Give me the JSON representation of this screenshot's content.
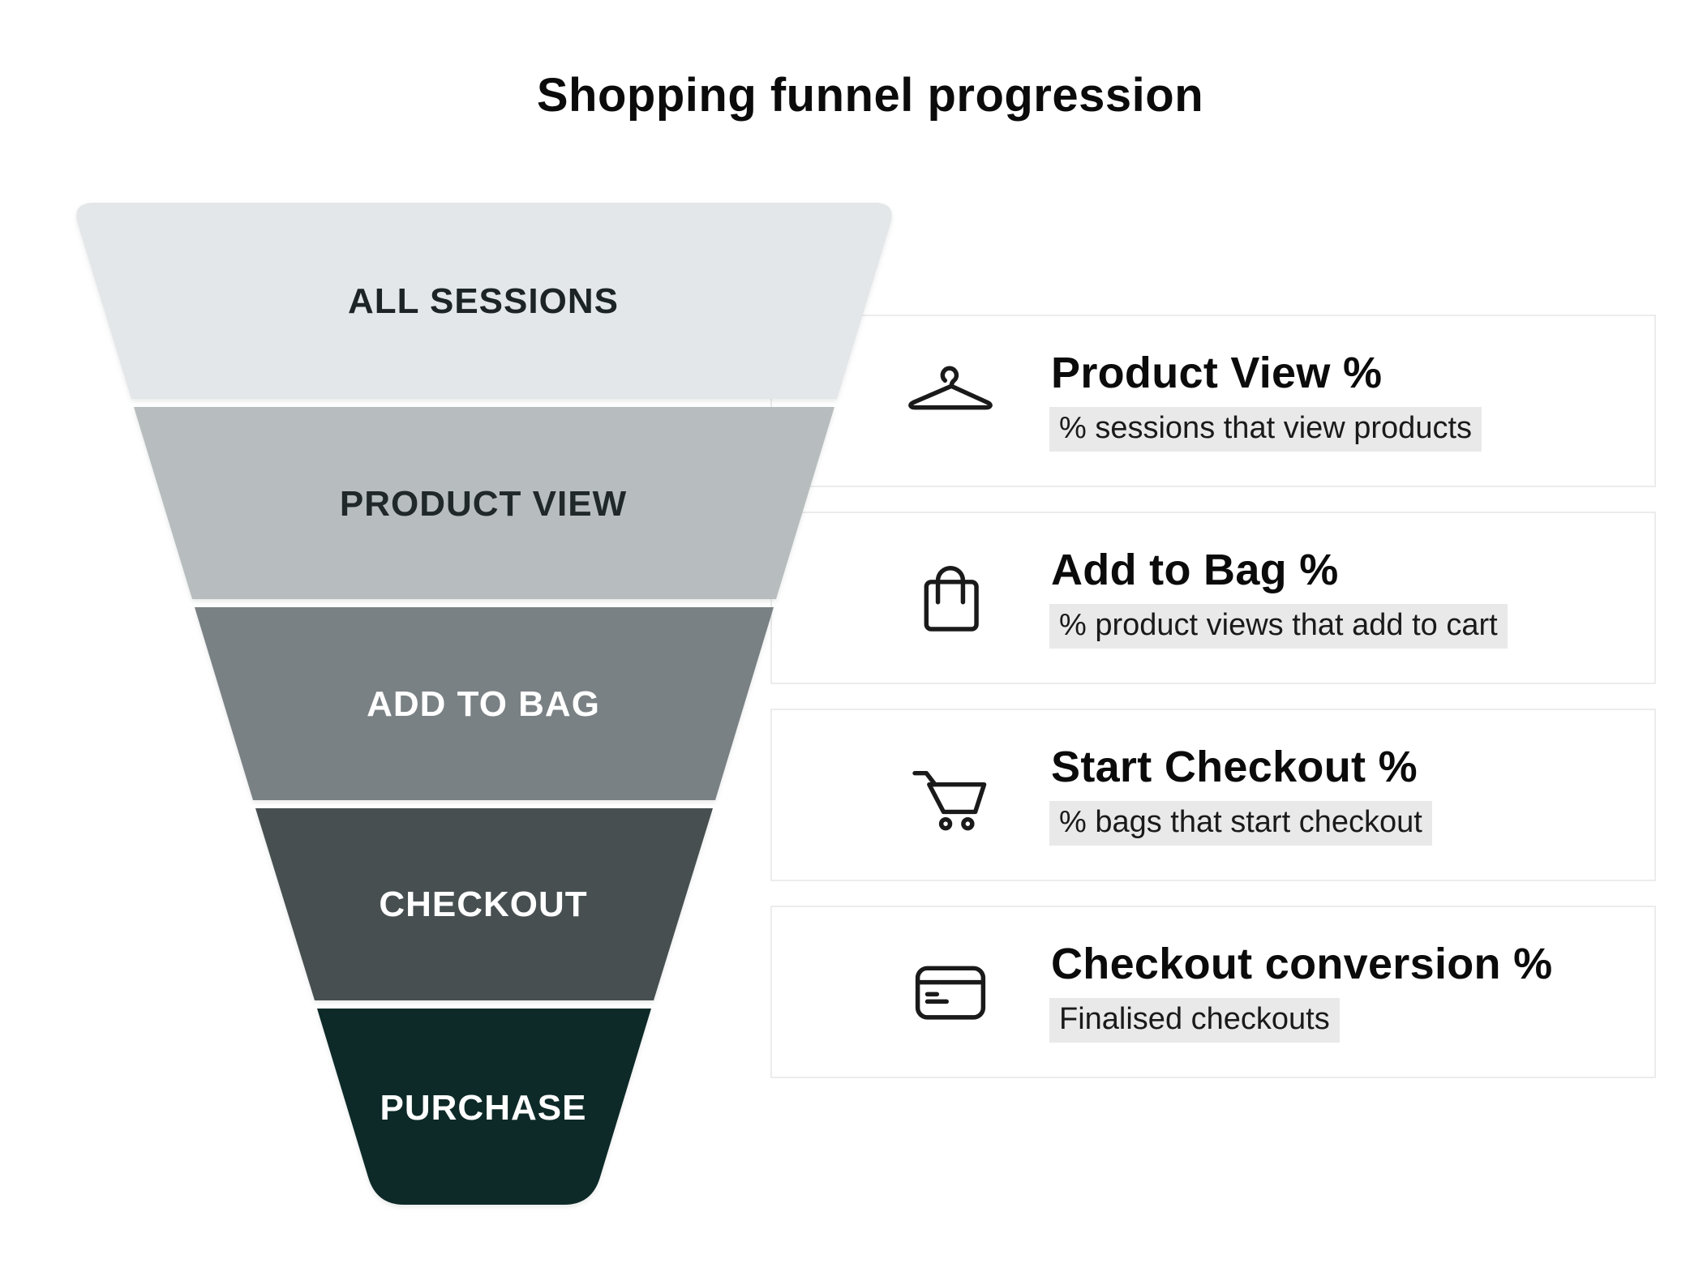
{
  "title": "Shopping funnel progression",
  "funnel": {
    "segments": [
      {
        "label": "ALL SESSIONS",
        "color": "#E3E7E9",
        "text_color": "#1D2425"
      },
      {
        "label": "PRODUCT VIEW",
        "color": "#B7BDBE",
        "text_color": "#20282A"
      },
      {
        "label": "ADD TO BAG",
        "color": "#7A8184",
        "text_color": "#FFFFFF"
      },
      {
        "label": "CHECKOUT",
        "color": "#474F51",
        "text_color": "#FFFFFF"
      },
      {
        "label": "PURCHASE",
        "color": "#0D2A28",
        "text_color": "#FFFFFF"
      }
    ]
  },
  "cards": [
    {
      "icon": "hanger-icon",
      "title": "Product View %",
      "subtitle": "% sessions that view products"
    },
    {
      "icon": "shopping-bag-icon",
      "title": "Add to Bag %",
      "subtitle": "% product views that add to cart"
    },
    {
      "icon": "shopping-cart-icon",
      "title": "Start Checkout %",
      "subtitle": "% bags that start checkout"
    },
    {
      "icon": "credit-card-icon",
      "title": "Checkout conversion %",
      "subtitle": "Finalised checkouts"
    }
  ],
  "colors": {
    "background": "#FFFFFF",
    "card_border": "#ECECEC",
    "subtitle_highlight": "#E9E9E9",
    "icon_stroke": "#1A1A1A",
    "title_color": "#0B0B0B"
  }
}
